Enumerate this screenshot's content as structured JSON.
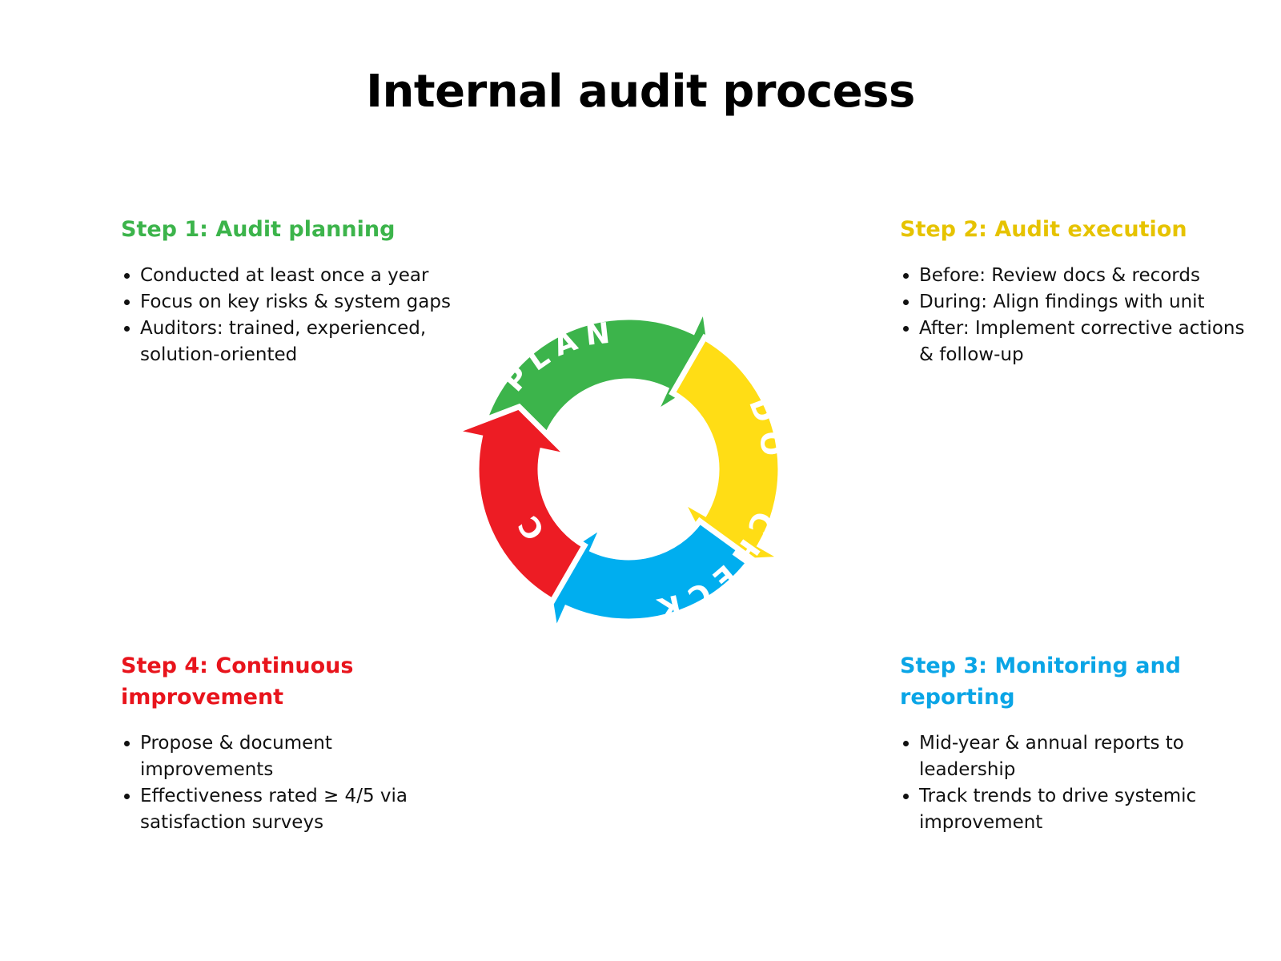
{
  "title": "Internal audit process",
  "steps": [
    {
      "heading": "Step 1: Audit planning",
      "color": "#3cb44b",
      "bullets": [
        "Conducted at least once a year",
        "Focus on key risks & system gaps",
        "Auditors: trained, experienced, solution-oriented"
      ]
    },
    {
      "heading": "Step 2: Audit execution",
      "color": "#e6c300",
      "bullets": [
        "Before: Review docs & records",
        "During: Align findings with unit",
        "After: Implement corrective actions & follow-up"
      ]
    },
    {
      "heading": "Step 3: Monitoring and reporting",
      "color": "#0aa5e6",
      "bullets": [
        "Mid-year & annual reports to leadership",
        "Track trends to drive systemic improvement"
      ]
    },
    {
      "heading": "Step 4: Continuous improvement",
      "color": "#e8141c",
      "bullets": [
        "Propose & document improvements",
        "Effectiveness rated ≥ 4/5 via satisfaction surveys"
      ]
    }
  ],
  "cycle": {
    "plan": "PLAN",
    "do": "DO",
    "check": "CHECK",
    "act": "ACT",
    "colors": {
      "plan": "#3cb44b",
      "do": "#ffdd15",
      "check": "#00aeef",
      "act": "#ed1c24"
    }
  }
}
